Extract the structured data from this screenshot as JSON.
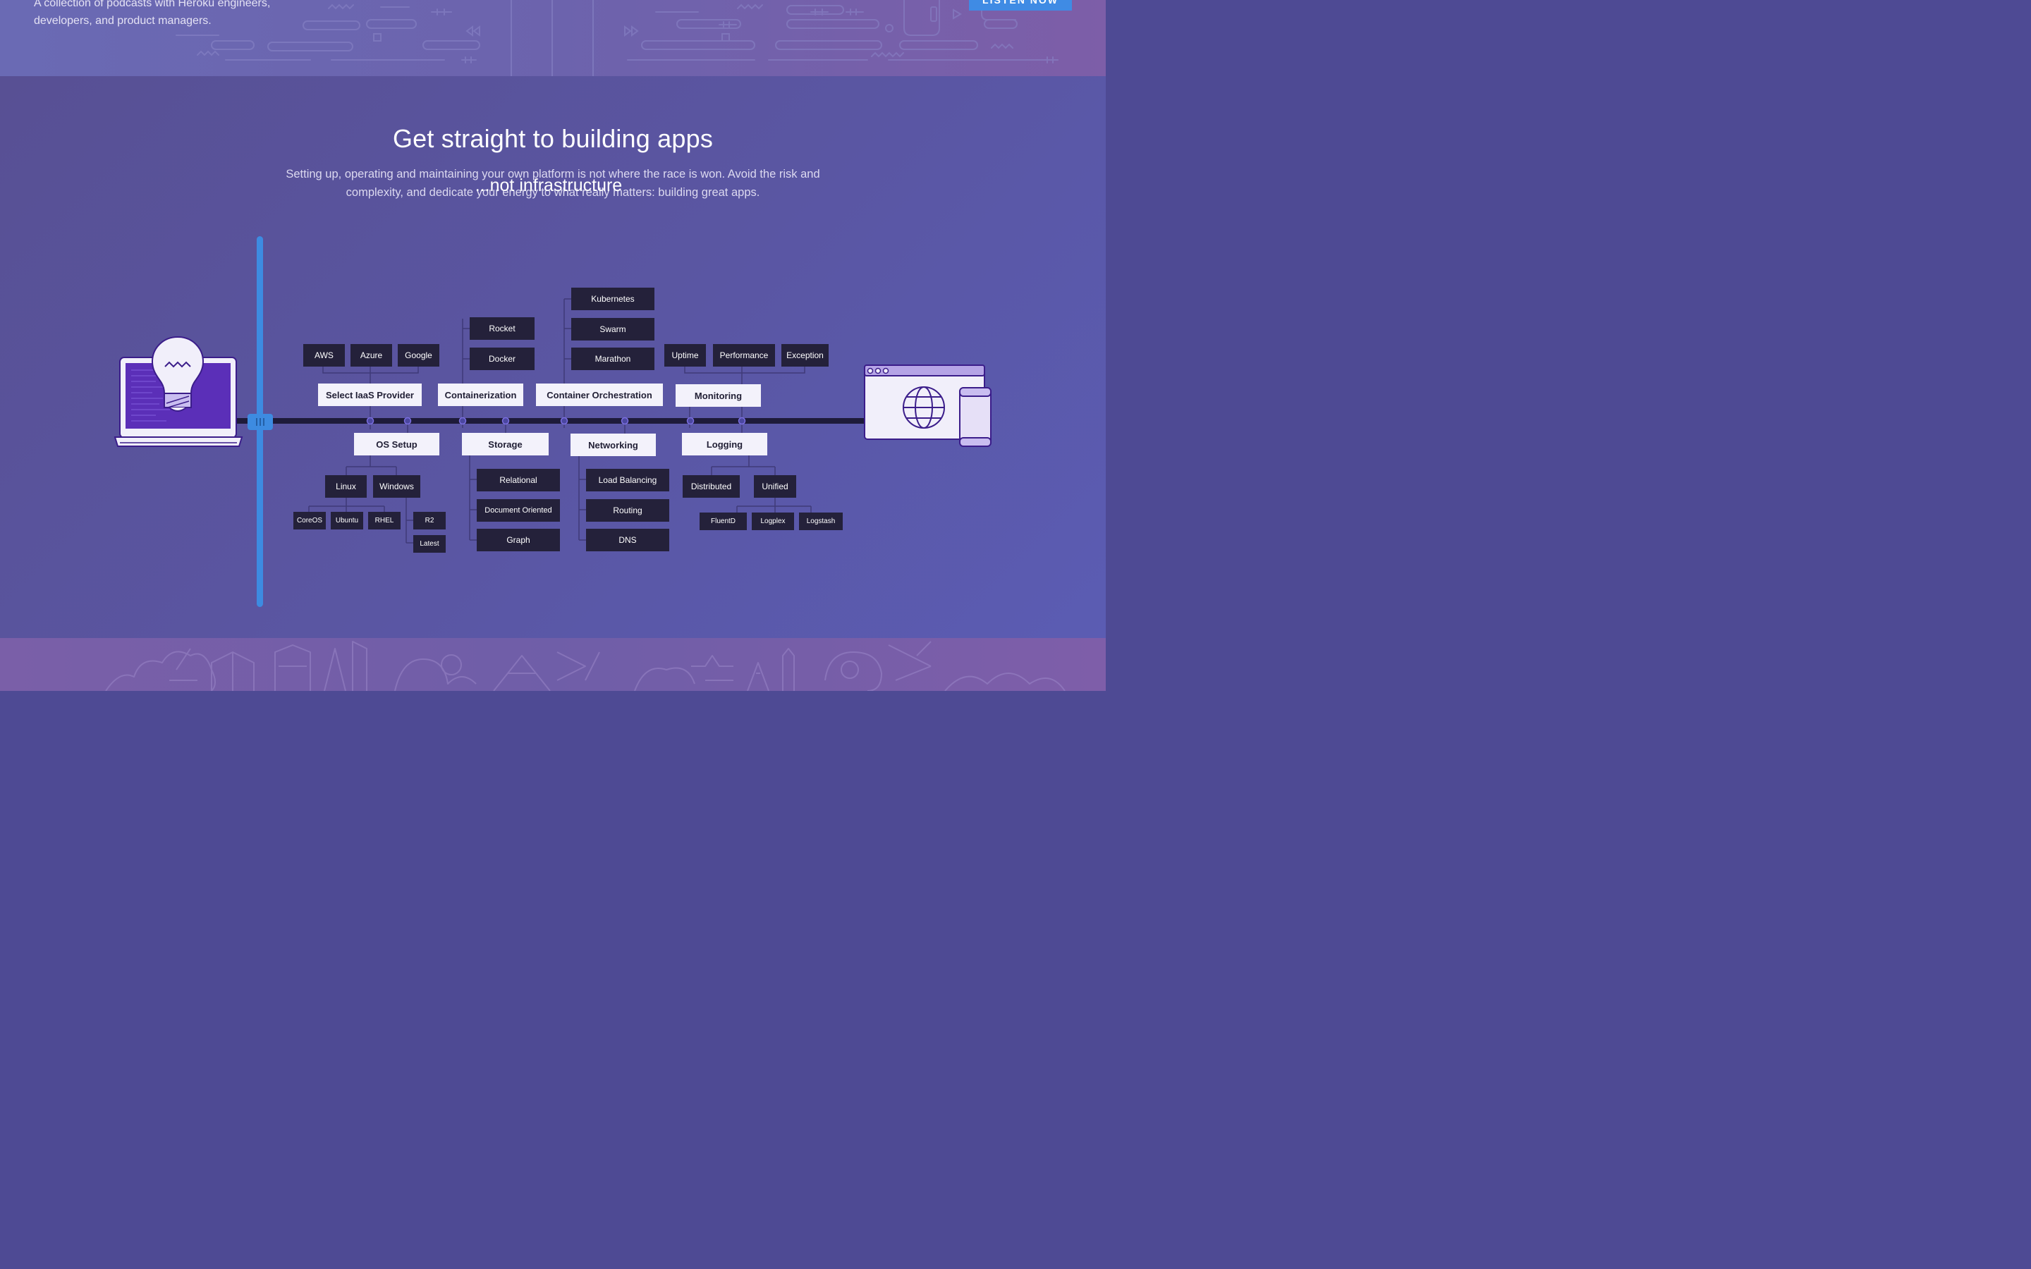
{
  "podcast": {
    "description": "A collection of podcasts with Heroku engineers, developers, and product managers.",
    "listen_label": "LISTEN NOW"
  },
  "main": {
    "title": "Get straight to building apps",
    "subtitle": "Setting up, operating and maintaining your own platform is not where the race is won. Avoid the risk and complexity, and dedicate your energy to what really matters: building great apps.",
    "diagram_title": "...not infrastructure"
  },
  "diagram": {
    "categories": {
      "iaas": "Select IaaS Provider",
      "containerization": "Containerization",
      "orchestration": "Container Orchestration",
      "monitoring": "Monitoring",
      "os_setup": "OS Setup",
      "storage": "Storage",
      "networking": "Networking",
      "logging": "Logging"
    },
    "items": {
      "aws": "AWS",
      "azure": "Azure",
      "google": "Google",
      "rocket": "Rocket",
      "docker": "Docker",
      "kubernetes": "Kubernetes",
      "swarm": "Swarm",
      "marathon": "Marathon",
      "uptime": "Uptime",
      "performance": "Performance",
      "exception": "Exception",
      "linux": "Linux",
      "windows": "Windows",
      "coreos": "CoreOS",
      "ubuntu": "Ubuntu",
      "rhel": "RHEL",
      "r2": "R2",
      "latest": "Latest",
      "relational": "Relational",
      "document_oriented": "Document Oriented",
      "graph": "Graph",
      "load_balancing": "Load Balancing",
      "routing": "Routing",
      "dns": "DNS",
      "distributed": "Distributed",
      "unified": "Unified",
      "fluentd": "FluentD",
      "logplex": "Logplex",
      "logstash": "Logstash"
    }
  },
  "colors": {
    "accent_blue": "#3d8be1",
    "node_dark": "#24213a",
    "node_light": "#f3f2fb",
    "purple": "#5b2fb8"
  },
  "icons": {
    "left": "laptop-lightbulb-icon",
    "right": "browser-globe-mobile-icon"
  }
}
